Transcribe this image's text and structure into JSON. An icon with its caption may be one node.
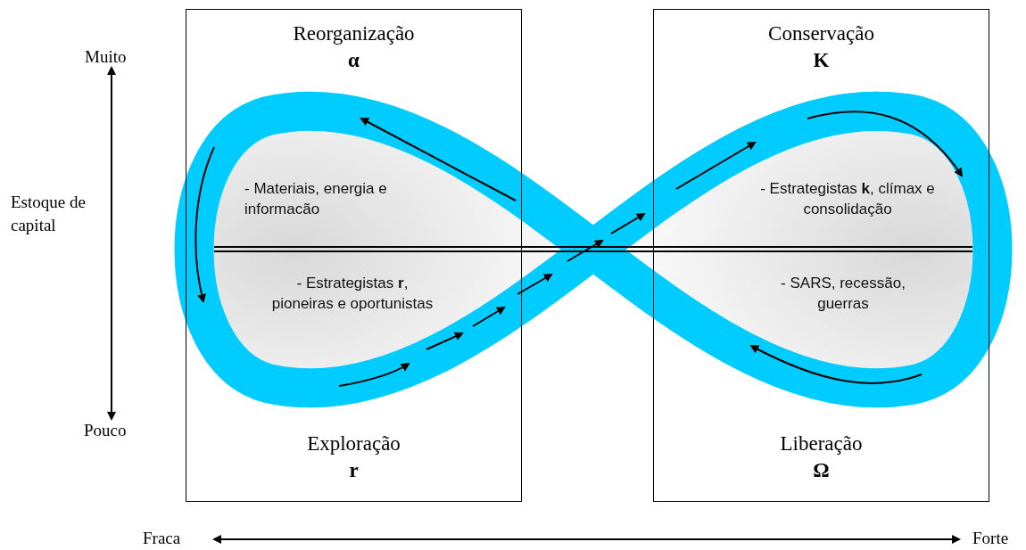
{
  "diagram": {
    "nodes": [
      {
        "text": [
          "Reorganização",
          "α",
          "Exploração",
          "r"
        ]
      },
      {
        "text": [
          "Conservação",
          "K",
          "Liberação",
          "Ω"
        ]
      }
    ],
    "labels": [
      "Muito",
      "Estoque de capital",
      "- Materiais, energia e informacão",
      "- Estrategistas **k**, clímax e consolidação",
      "- Estrategistas **r**, pioneiras e oportunistas",
      "- SARS, recessão, guerras",
      "Pouco",
      "Fraca",
      "Forte"
    ]
  }
}
